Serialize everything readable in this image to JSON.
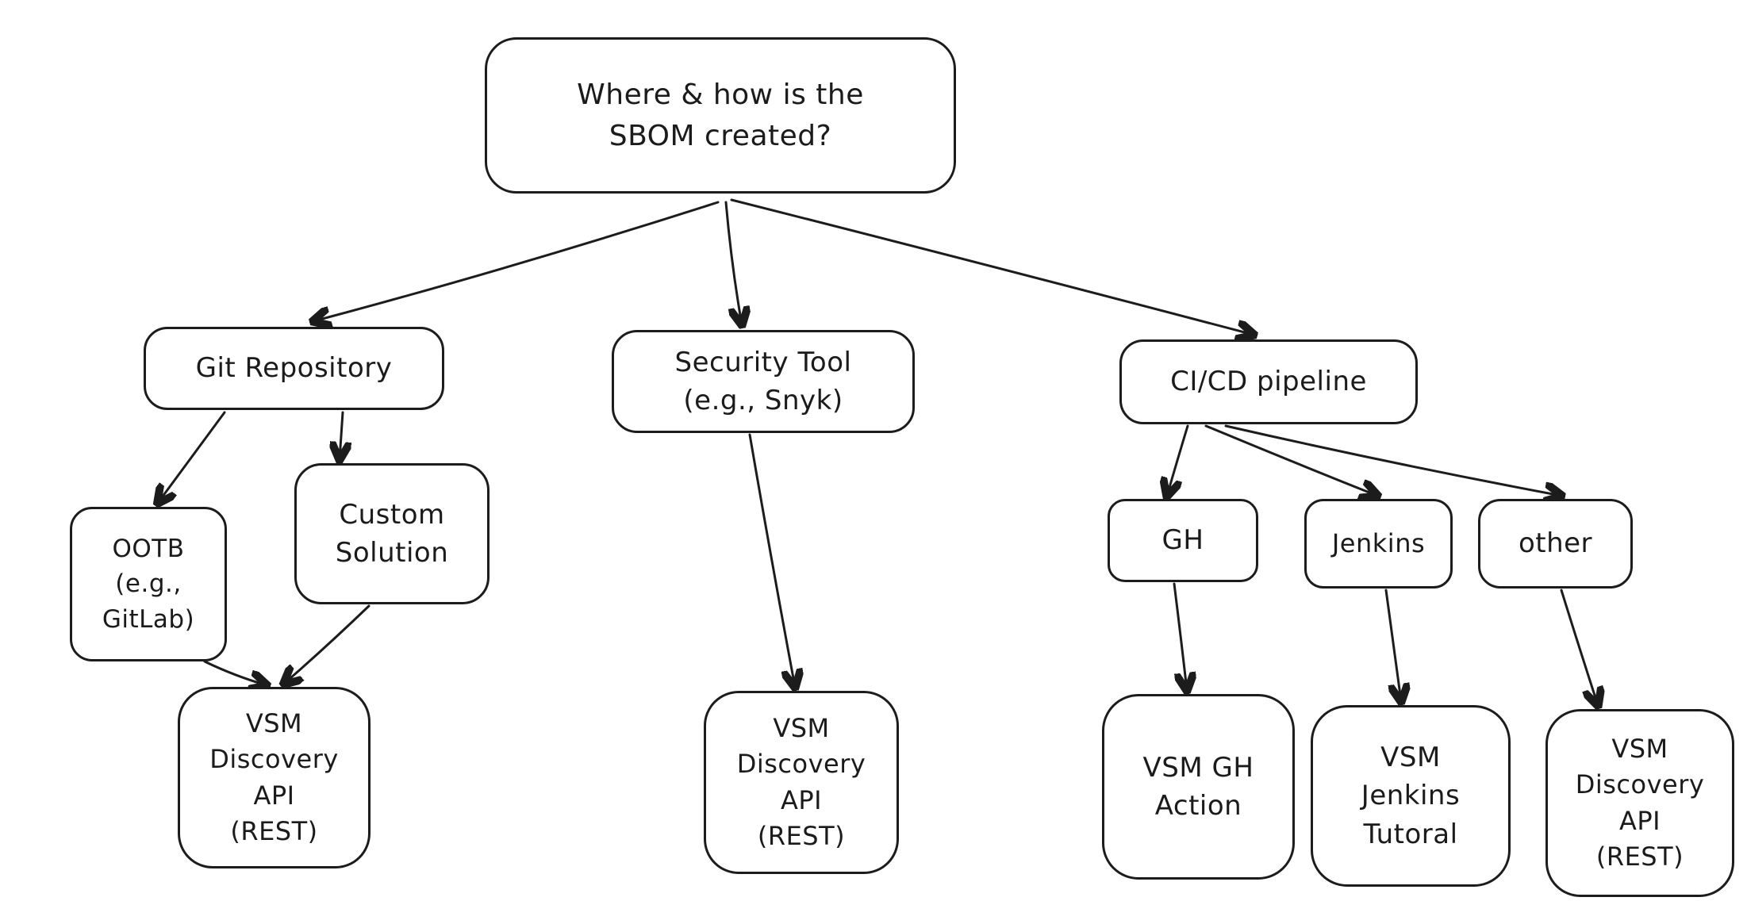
{
  "diagram": {
    "style": {
      "background_color": "#ffffff",
      "stroke_color": "#1c1c1c",
      "node_fill_color": "#ffffff"
    },
    "nodes": {
      "root": {
        "label": "Where & how is the\nSBOM created?"
      },
      "git_repository": {
        "label": "Git Repository"
      },
      "security_tool": {
        "label": "Security Tool\n(e.g., Snyk)"
      },
      "cicd_pipeline": {
        "label": "CI/CD pipeline"
      },
      "ootb": {
        "label": "OOTB\n(e.g.,\nGitLab)"
      },
      "custom_solution": {
        "label": "Custom\nSolution"
      },
      "vsm_api_git": {
        "label": "VSM\nDiscovery\nAPI\n(REST)"
      },
      "vsm_api_security": {
        "label": "VSM\nDiscovery\nAPI\n(REST)"
      },
      "gh": {
        "label": "GH"
      },
      "jenkins": {
        "label": "Jenkins"
      },
      "other": {
        "label": "other"
      },
      "vsm_gh_action": {
        "label": "VSM GH\nAction"
      },
      "vsm_jenkins_tutorial": {
        "label": "VSM\nJenkins\nTutoral"
      },
      "vsm_api_other": {
        "label": "VSM\nDiscovery\nAPI\n(REST)"
      }
    },
    "edges": [
      {
        "from": "root",
        "to": "git_repository"
      },
      {
        "from": "root",
        "to": "security_tool"
      },
      {
        "from": "root",
        "to": "cicd_pipeline"
      },
      {
        "from": "git_repository",
        "to": "ootb"
      },
      {
        "from": "git_repository",
        "to": "custom_solution"
      },
      {
        "from": "ootb",
        "to": "vsm_api_git"
      },
      {
        "from": "custom_solution",
        "to": "vsm_api_git"
      },
      {
        "from": "security_tool",
        "to": "vsm_api_security"
      },
      {
        "from": "cicd_pipeline",
        "to": "gh"
      },
      {
        "from": "cicd_pipeline",
        "to": "jenkins"
      },
      {
        "from": "cicd_pipeline",
        "to": "other"
      },
      {
        "from": "gh",
        "to": "vsm_gh_action"
      },
      {
        "from": "jenkins",
        "to": "vsm_jenkins_tutorial"
      },
      {
        "from": "other",
        "to": "vsm_api_other"
      }
    ]
  }
}
